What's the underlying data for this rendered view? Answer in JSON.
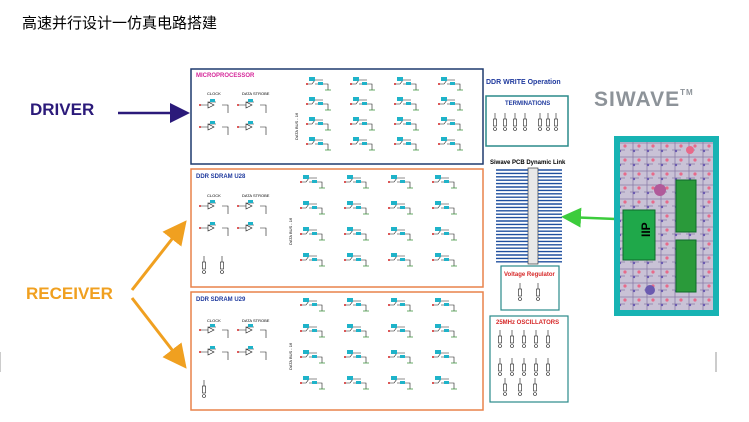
{
  "title": "高速并行设计一仿真电路搭建",
  "labels": {
    "driver": "DRIVER",
    "receiver": "RECEIVER",
    "siwave": "SIWAVE",
    "siwave_tm": "TM"
  },
  "panels": {
    "microprocessor": {
      "title": "MICROPROCESSOR",
      "clock": "CLOCK",
      "strobe": "DATA STROBE",
      "bus": "DATA BUS - 16"
    },
    "sdram1": {
      "title": "DDR SDRAM U28",
      "clock": "CLOCK",
      "strobe": "DATA STROBE",
      "bus": "DATA BUS - 16"
    },
    "sdram2": {
      "title": "DDR SDRAM U29",
      "clock": "CLOCK",
      "strobe": "DATA STROBE",
      "bus": "DATA BUS - 16"
    },
    "ddr_write": {
      "title": "DDR WRITE Operation"
    },
    "terminations": {
      "title": "TERMINATIONS"
    },
    "pcb_link": {
      "title": "Siwave PCB Dynamic Link"
    },
    "regulator": {
      "title": "Voltage Regulator"
    },
    "oscillators": {
      "title": "25MHz OSCILLATORS"
    },
    "chip_label": "IIP"
  },
  "colors": {
    "driver": "#2b1a7a",
    "receiver": "#f0a020",
    "micro_border": "#1f3a6e",
    "sdram_border": "#e8824a",
    "aux_border": "#2a8a8a",
    "link_arrow": "#3ccc3c",
    "pcb_teal": "#17b3b3"
  }
}
